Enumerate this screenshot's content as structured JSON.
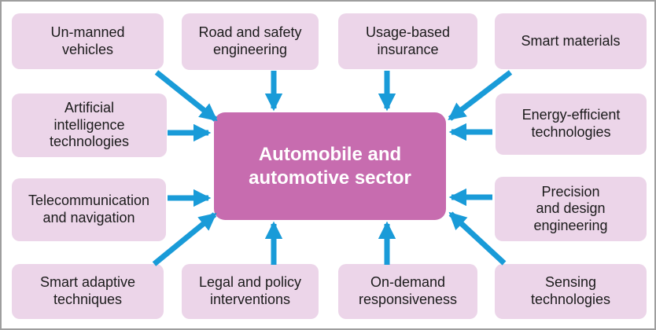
{
  "center_node": {
    "label": "Automobile and\nautomotive sector"
  },
  "nodes": [
    {
      "id": "unmanned-vehicles",
      "label": "Un-manned\nvehicles"
    },
    {
      "id": "road-safety-engineering",
      "label": "Road and safety\nengineering"
    },
    {
      "id": "usage-based-insurance",
      "label": "Usage-based\ninsurance"
    },
    {
      "id": "smart-materials",
      "label": "Smart materials"
    },
    {
      "id": "artificial-intelligence-technologies",
      "label": "Artificial\nintelligence\ntechnologies"
    },
    {
      "id": "energy-efficient-technologies",
      "label": "Energy-efficient\ntechnologies"
    },
    {
      "id": "telecommunication-navigation",
      "label": "Telecommunication\nand navigation"
    },
    {
      "id": "precision-design-engineering",
      "label": "Precision\nand design\nengineering"
    },
    {
      "id": "smart-adaptive-techniques",
      "label": "Smart adaptive\ntechniques"
    },
    {
      "id": "legal-policy-interventions",
      "label": "Legal and policy\ninterventions"
    },
    {
      "id": "on-demand-responsiveness",
      "label": "On-demand\nresponsiveness"
    },
    {
      "id": "sensing-technologies",
      "label": "Sensing\ntechnologies"
    }
  ],
  "colors": {
    "node_bg": "#ecd5e9",
    "node_text": "#1b1b1b",
    "center_bg": "#c76caf",
    "center_text": "#ffffff",
    "arrow": "#199bd8",
    "frame_border": "#9e9e9e",
    "background": "#ffffff"
  }
}
